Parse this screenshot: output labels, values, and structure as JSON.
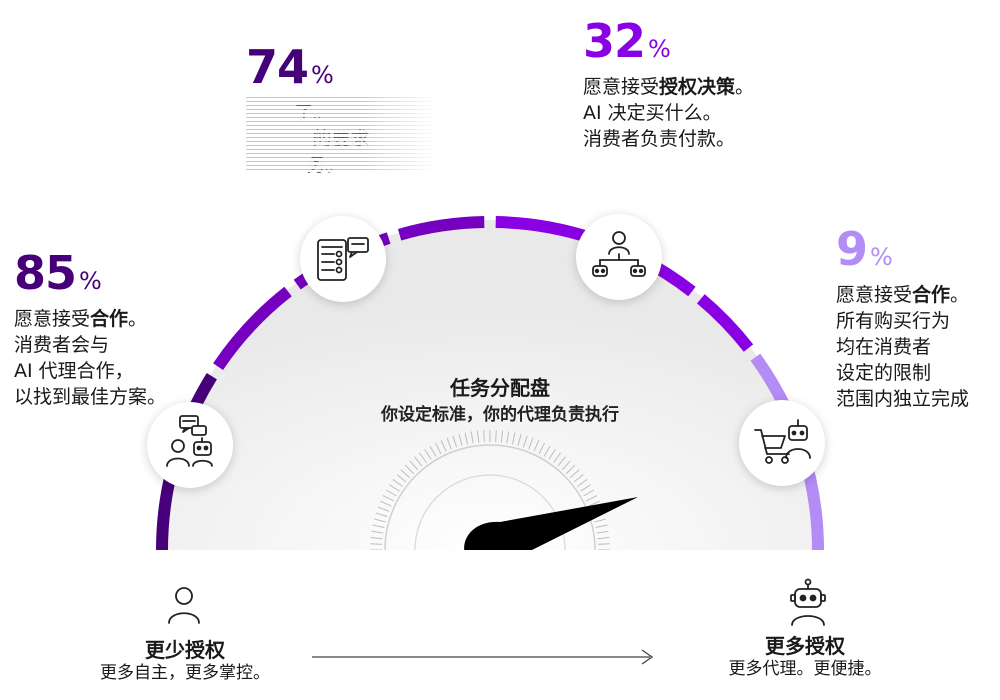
{
  "stats": {
    "s85": {
      "value": "85",
      "sym": "%",
      "lines": [
        {
          "plain": "愿意接受",
          "bold": "合作",
          "tail": "。"
        },
        {
          "plain": "消费者会与",
          "bold": "",
          "tail": ""
        },
        {
          "plain": "AI 代理合作，",
          "bold": "",
          "tail": ""
        },
        {
          "plain": "以找到最佳方案。",
          "bold": "",
          "tail": ""
        }
      ]
    },
    "s74": {
      "value": "74",
      "sym": "%",
      "lines": [
        {
          "plain": "        ",
          "bold": "",
          "tail": "了。"
        },
        {
          "plain": "           ",
          "bold": "",
          "tail": "的要求"
        },
        {
          "plain": "          ",
          "bold": "",
          "tail": "务。"
        }
      ]
    },
    "s32": {
      "value": "32",
      "sym": "%",
      "lines": [
        {
          "plain": "愿意接受",
          "bold": "授权决策",
          "tail": "。"
        },
        {
          "plain": "AI 决定买什么。",
          "bold": "",
          "tail": ""
        },
        {
          "plain": "消费者负责付款。",
          "bold": "",
          "tail": ""
        }
      ]
    },
    "s9": {
      "value": "9",
      "sym": "%",
      "lines": [
        {
          "plain": "愿意接受",
          "bold": "合作",
          "tail": "。"
        },
        {
          "plain": "所有购买行为",
          "bold": "",
          "tail": ""
        },
        {
          "plain": "均在消费者",
          "bold": "",
          "tail": ""
        },
        {
          "plain": "设定的限制",
          "bold": "",
          "tail": ""
        },
        {
          "plain": "范围内独立完成",
          "bold": "",
          "tail": ""
        }
      ]
    }
  },
  "center": {
    "title": "任务分配盘",
    "subtitle": "你设定标准，你的代理负责执行"
  },
  "bottom": {
    "less_title": "更少授权",
    "less_sub": "更多自主，更多掌控。",
    "more_title": "更多授权",
    "more_sub": "更多代理。更便捷。"
  },
  "colors": {
    "dark_purple": "#46007a",
    "purple": "#7500c0",
    "bright_purple": "#8a00e5",
    "light_purple": "#b38cf5"
  },
  "icons": {
    "s85": "people-chat-robot-icon",
    "s74": "checklist-chat-icon",
    "s32": "person-network-robots-icon",
    "s9": "cart-robot-icon"
  }
}
